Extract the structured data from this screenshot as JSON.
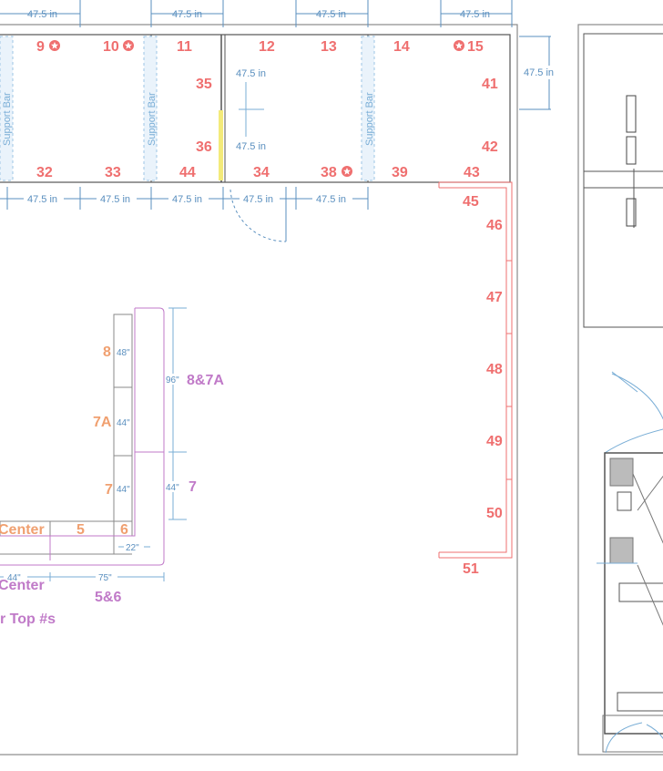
{
  "colors": {
    "wall": "#8a8a8a",
    "dimension": "#5a8fbf",
    "booth_number": "#ef6f6f",
    "orange_label": "#f0a070",
    "purple_label": "#c07ac8",
    "support_bar": "#7aaed6",
    "accent_yellow": "#f3ea7a"
  },
  "dimensions": {
    "top_labels": [
      "47.5 in",
      "47.5 in",
      "47.5 in",
      "47.5 in"
    ],
    "bottom_labels": [
      "47.5 in",
      "47.5 in",
      "47.5 in",
      "47.5 in",
      "47.5 in"
    ],
    "middle_labels": [
      "47.5 in",
      "47.5 in"
    ],
    "right_label": "47.5 in"
  },
  "support_bars": [
    "Support Bar",
    "Support Bar",
    "Support Bar"
  ],
  "booths": {
    "top_row": [
      "9",
      "10",
      "11",
      "12",
      "13",
      "14",
      "15"
    ],
    "bottom_row": [
      "32",
      "33",
      "44",
      "34",
      "38",
      "39",
      "43"
    ],
    "middle": [
      "35",
      "36",
      "41",
      "42"
    ],
    "right_wall": [
      "45",
      "46",
      "47",
      "48",
      "49",
      "50",
      "51"
    ]
  },
  "shelf": {
    "orange_labels": [
      "8",
      "7A",
      "7",
      "Center",
      "5",
      "6"
    ],
    "inner_dims": [
      "48\"",
      "44\"",
      "44\"",
      "22\""
    ],
    "purple_dims": [
      "96\"",
      "44\"",
      "44\"",
      "75\""
    ],
    "purple_labels": [
      "8&7A",
      "7",
      "Center",
      "5&6",
      "r Top #s"
    ]
  },
  "icons": [
    "star-icon",
    "star-icon",
    "star-icon",
    "star-icon"
  ]
}
